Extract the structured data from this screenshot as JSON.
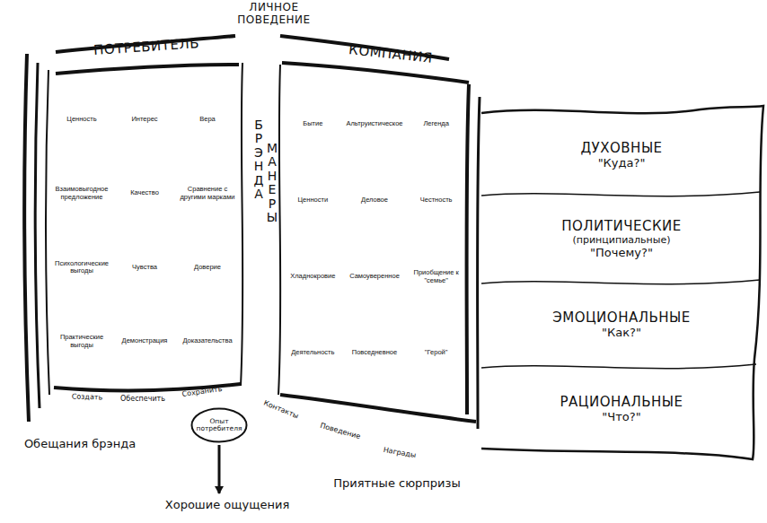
{
  "diagram": {
    "nodes": [
      {
        "text": [
          "Ценность",
          "Интерес",
          "Вера",
          "Взаимовыгодное предложение",
          "Качество",
          "Сравнение с другими марками",
          "Психологические выгоды",
          "Чувства",
          "Доверие",
          "Практические выгоды",
          "Демонстрация",
          "Доказательства"
        ]
      },
      {
        "text": [
          "Бытие",
          "Альтруистическое",
          "Легенда",
          "Ценности",
          "Деловое",
          "Честность",
          "Хладнокровие",
          "Самоуверенное",
          "Приобщение к \"семье\"",
          "Деятельность",
          "Повседневное",
          "\"Герой\""
        ]
      },
      {
        "text": [
          "Опыт потребителя"
        ]
      },
      {
        "text": [
          "ДУХОВНЫЕ",
          "\"Куда?\""
        ]
      },
      {
        "text": [
          "ПОЛИТИЧЕСКИЕ",
          "(принципиальные)",
          "\"Почему?\""
        ]
      },
      {
        "text": [
          "ЭМОЦИОНАЛЬНЫЕ",
          "\"Как?\""
        ]
      },
      {
        "text": [
          "РАЦИОНАЛЬНЫЕ",
          "\"Что?\""
        ]
      }
    ],
    "labels": [
      "ПОТРЕБИТЕЛЬ",
      "ЛИЧНОЕ ПОВЕДЕНИЕ",
      "КОМПАНИЯ",
      "БРЭНДА",
      "МАНЕРЫ",
      "Создать",
      "Обеспечить",
      "Сохранить",
      "Контакты",
      "Поведение",
      "Награды",
      "Обещания брэнда",
      "Хорошие ощущения",
      "Приятные сюрпризы"
    ]
  }
}
